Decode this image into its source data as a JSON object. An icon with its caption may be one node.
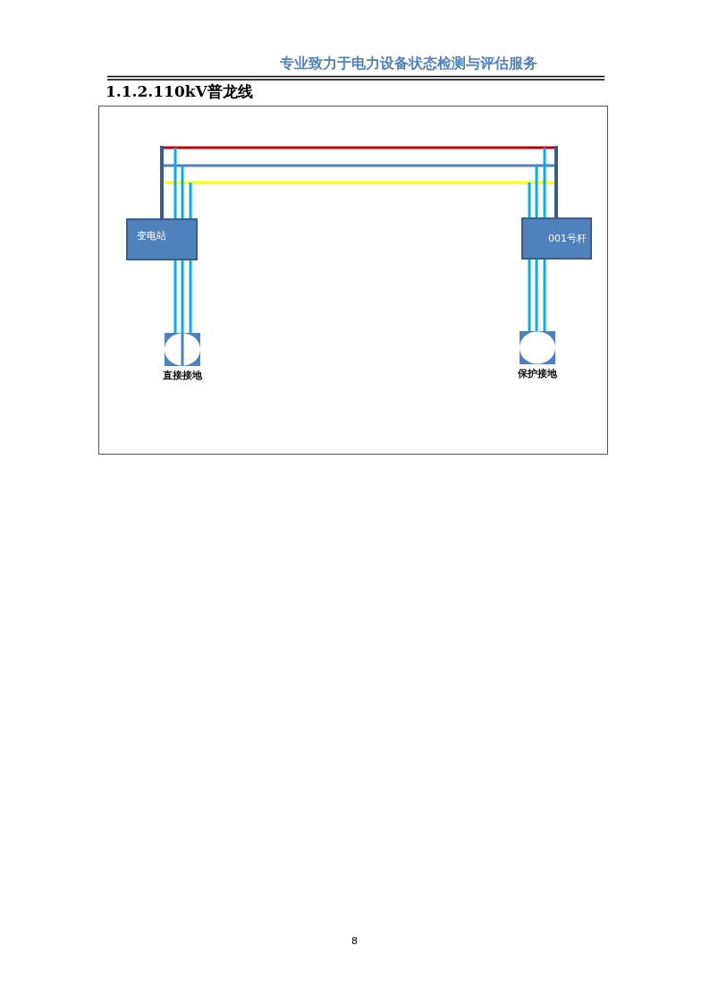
{
  "diagram": {
    "title": "1.1.2.110kV普龙线",
    "nodes": [
      {
        "text": [
          "变电站"
        ]
      },
      {
        "text": [
          "001号杆"
        ]
      },
      {
        "text": [
          "直接接地"
        ]
      },
      {
        "text": [
          "保护接地"
        ]
      }
    ],
    "edges": [
      {
        "from": 0,
        "to": 1,
        "arrow": "none",
        "color": "#c00000"
      },
      {
        "from": 0,
        "to": 1,
        "arrow": "none",
        "color": "#4f81bd"
      },
      {
        "from": 0,
        "to": 1,
        "arrow": "none",
        "color": "#ffff00"
      },
      {
        "from": 2,
        "to": null,
        "arrow": "none",
        "color": "#00b0f0"
      },
      {
        "from": 2,
        "to": null,
        "arrow": "none",
        "color": "#00b0f0"
      },
      {
        "from": 2,
        "to": null,
        "arrow": "none",
        "color": "#00b0f0"
      },
      {
        "from": 3,
        "to": null,
        "arrow": "none",
        "color": "#00b0f0"
      },
      {
        "from": 3,
        "to": null,
        "arrow": "none",
        "color": "#00b0f0"
      },
      {
        "from": 3,
        "to": null,
        "arrow": "none",
        "color": "#00b0f0"
      }
    ],
    "labels": [
      "专业致力于电力设备状态检测与评估服务",
      "8"
    ]
  }
}
